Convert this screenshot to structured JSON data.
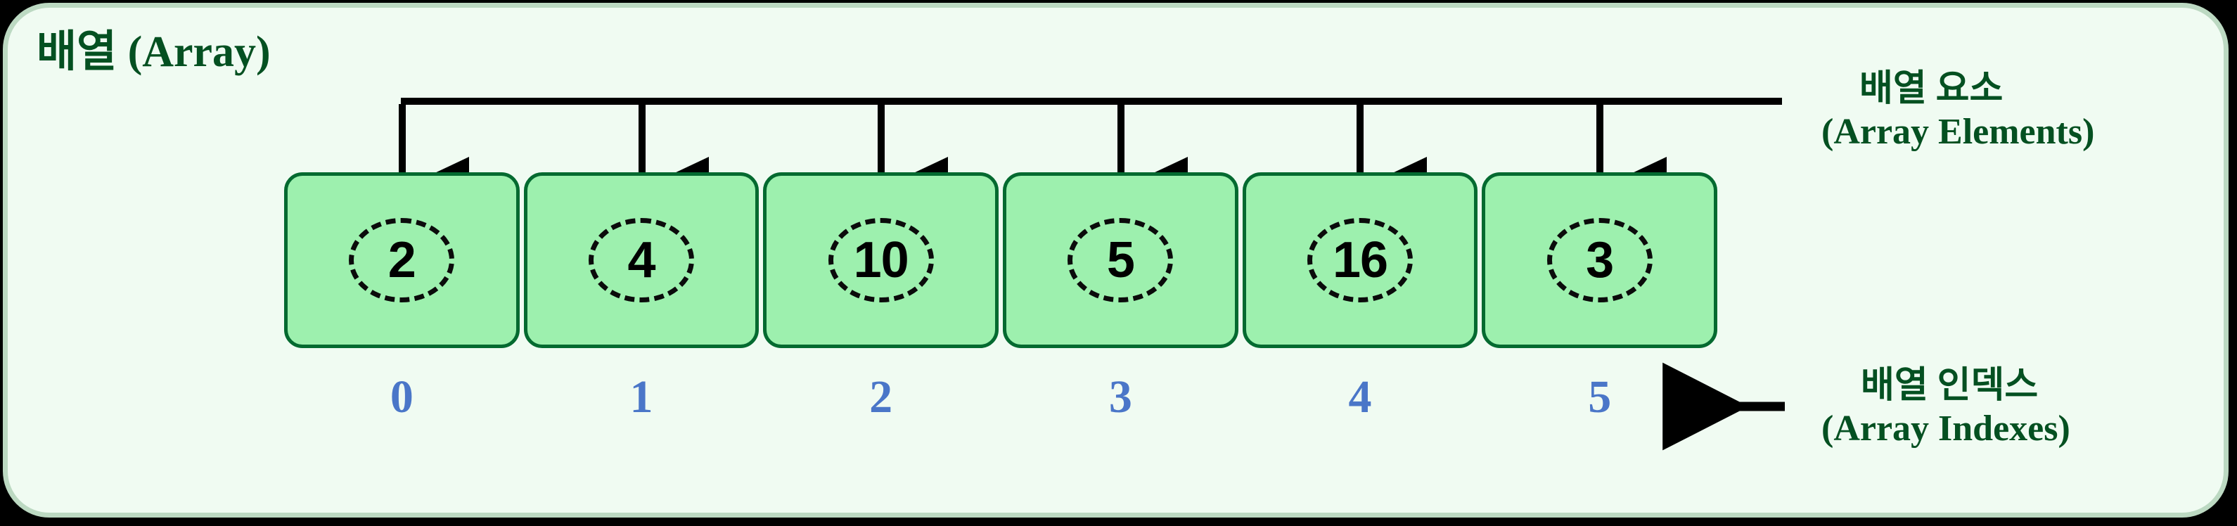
{
  "diagram": {
    "title": "배열 (Array)",
    "panel_bg": "#F0FBF2",
    "panel_border": "#BCD9C2",
    "accent_green": "#045021",
    "cell_fill": "#9DF0AE",
    "cell_border": "#046A30",
    "index_color": "#4A76C8",
    "connector_color": "#000000"
  },
  "array": {
    "cells": [
      {
        "value": "2",
        "index": "0"
      },
      {
        "value": "4",
        "index": "1"
      },
      {
        "value": "10",
        "index": "2"
      },
      {
        "value": "5",
        "index": "3"
      },
      {
        "value": "16",
        "index": "4"
      },
      {
        "value": "3",
        "index": "5"
      }
    ]
  },
  "annotations": {
    "elements": {
      "line1": "배열 요소",
      "line2": "(Array Elements)"
    },
    "indexes": {
      "line1": "배열 인덱스",
      "line2": "(Array Indexes)"
    }
  }
}
